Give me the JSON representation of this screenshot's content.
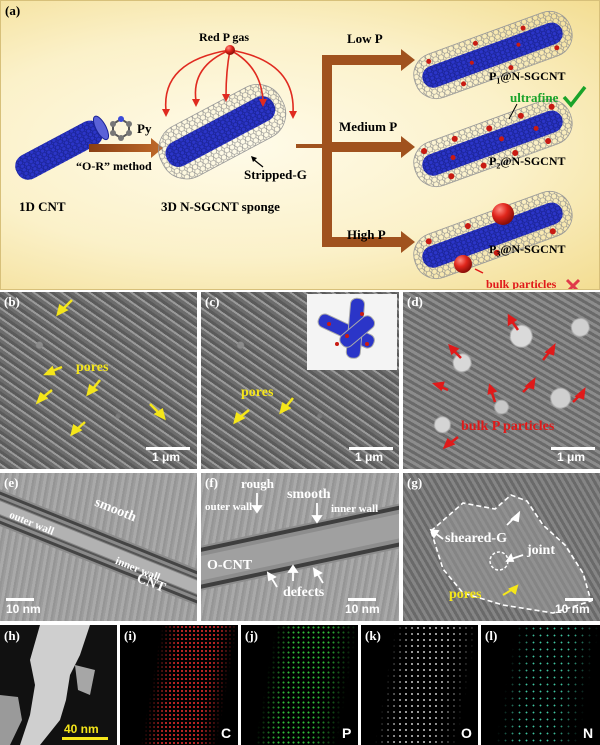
{
  "panel_a": {
    "label": "(a)",
    "red_p_gas": "Red P gas",
    "py": "Py",
    "or_method": "“O-R” method",
    "cnt_1d": "1D CNT",
    "sponge_3d": "3D N-SGCNT sponge",
    "stripped_g": "Stripped-G",
    "low_p": "Low P",
    "medium_p": "Medium P",
    "high_p": "High P",
    "p1": "P",
    "p1_sub": "1",
    "p1_rest": "@N-SGCNT",
    "p2": "P",
    "p2_sub": "2",
    "p2_rest": "@N-SGCNT",
    "p3": "P",
    "p3_sub": "3",
    "p3_rest": "@N-SGCNT",
    "ultrafine": "ultrafine",
    "bulk_particles": "bulk particles"
  },
  "panel_b": {
    "label": "(b)",
    "pores": "pores",
    "scale": "1 μm"
  },
  "panel_c": {
    "label": "(c)",
    "pores": "pores",
    "scale": "1 μm"
  },
  "panel_d": {
    "label": "(d)",
    "bulk": "bulk P particles",
    "scale": "1 μm"
  },
  "panel_e": {
    "label": "(e)",
    "outer": "outer wall",
    "smooth": "smooth",
    "inner": "inner wall",
    "cnt": "CNT",
    "scale": "10 nm"
  },
  "panel_f": {
    "label": "(f)",
    "rough": "rough",
    "smooth": "smooth",
    "outer": "outer wall",
    "inner": "inner wall",
    "ocnt": "O-CNT",
    "defects": "defects",
    "scale": "10 nm"
  },
  "panel_g": {
    "label": "(g)",
    "sheared": "sheared-G",
    "joint": "joint",
    "pores": "pores",
    "scale": "10 nm"
  },
  "panel_h": {
    "label": "(h)",
    "scale": "40 nm"
  },
  "panel_i": {
    "label": "(i)",
    "element": "C"
  },
  "panel_j": {
    "label": "(j)",
    "element": "P"
  },
  "panel_k": {
    "label": "(k)",
    "element": "O"
  },
  "panel_l": {
    "label": "(l)",
    "element": "N"
  },
  "colors": {
    "tube_blue": "#2b35c8",
    "particle_red": "#d8241c",
    "arrow_brown": "#a0521e",
    "label_yellow": "#f5e61a",
    "label_red": "#e01a1a"
  }
}
